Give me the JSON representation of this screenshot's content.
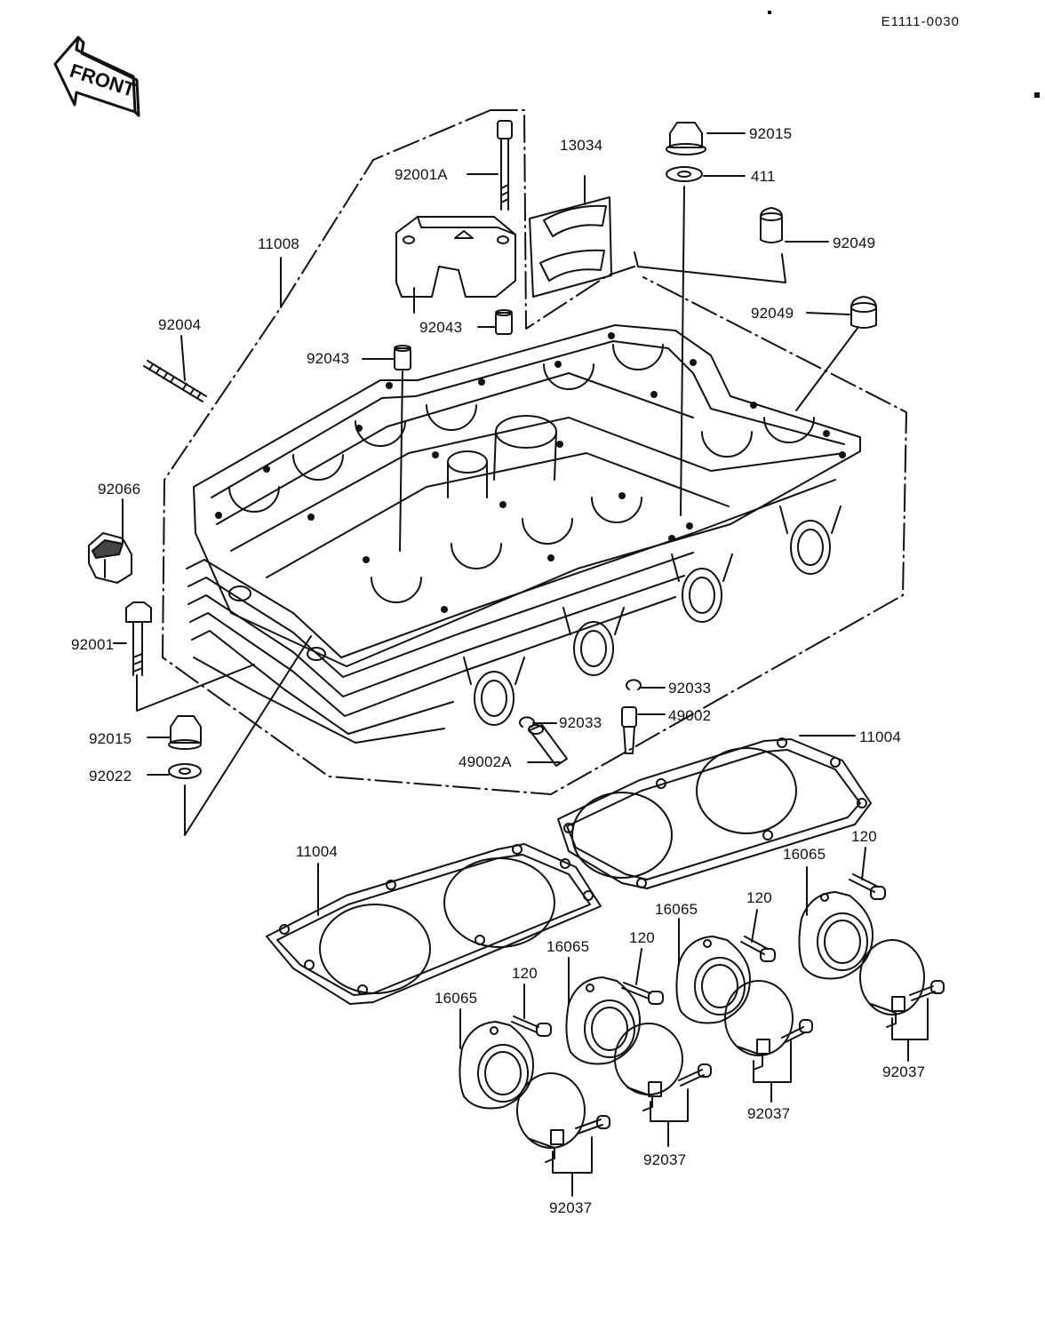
{
  "diagram_code": "E1111-0030",
  "front_label": "FRONT",
  "parts": [
    {
      "id": "p92015a",
      "number": "92015"
    },
    {
      "id": "p411",
      "number": "411"
    },
    {
      "id": "p13034",
      "number": "13034"
    },
    {
      "id": "p92001A",
      "number": "92001A"
    },
    {
      "id": "p92049a",
      "number": "92049"
    },
    {
      "id": "p92049b",
      "number": "92049"
    },
    {
      "id": "p11008",
      "number": "11008"
    },
    {
      "id": "p92004",
      "number": "92004"
    },
    {
      "id": "p92043a",
      "number": "92043"
    },
    {
      "id": "p92043b",
      "number": "92043"
    },
    {
      "id": "p92066",
      "number": "92066"
    },
    {
      "id": "p92001",
      "number": "92001"
    },
    {
      "id": "p92015b",
      "number": "92015"
    },
    {
      "id": "p92022",
      "number": "92022"
    },
    {
      "id": "p92033a",
      "number": "92033"
    },
    {
      "id": "p92033b",
      "number": "92033"
    },
    {
      "id": "p49002",
      "number": "49002"
    },
    {
      "id": "p49002A",
      "number": "49002A"
    },
    {
      "id": "p11004a",
      "number": "11004"
    },
    {
      "id": "p11004b",
      "number": "11004"
    },
    {
      "id": "p120a",
      "number": "120"
    },
    {
      "id": "p120b",
      "number": "120"
    },
    {
      "id": "p120c",
      "number": "120"
    },
    {
      "id": "p120d",
      "number": "120"
    },
    {
      "id": "p16065a",
      "number": "16065"
    },
    {
      "id": "p16065b",
      "number": "16065"
    },
    {
      "id": "p16065c",
      "number": "16065"
    },
    {
      "id": "p16065d",
      "number": "16065"
    },
    {
      "id": "p92037a",
      "number": "92037"
    },
    {
      "id": "p92037b",
      "number": "92037"
    },
    {
      "id": "p92037c",
      "number": "92037"
    },
    {
      "id": "p92037d",
      "number": "92037"
    }
  ]
}
